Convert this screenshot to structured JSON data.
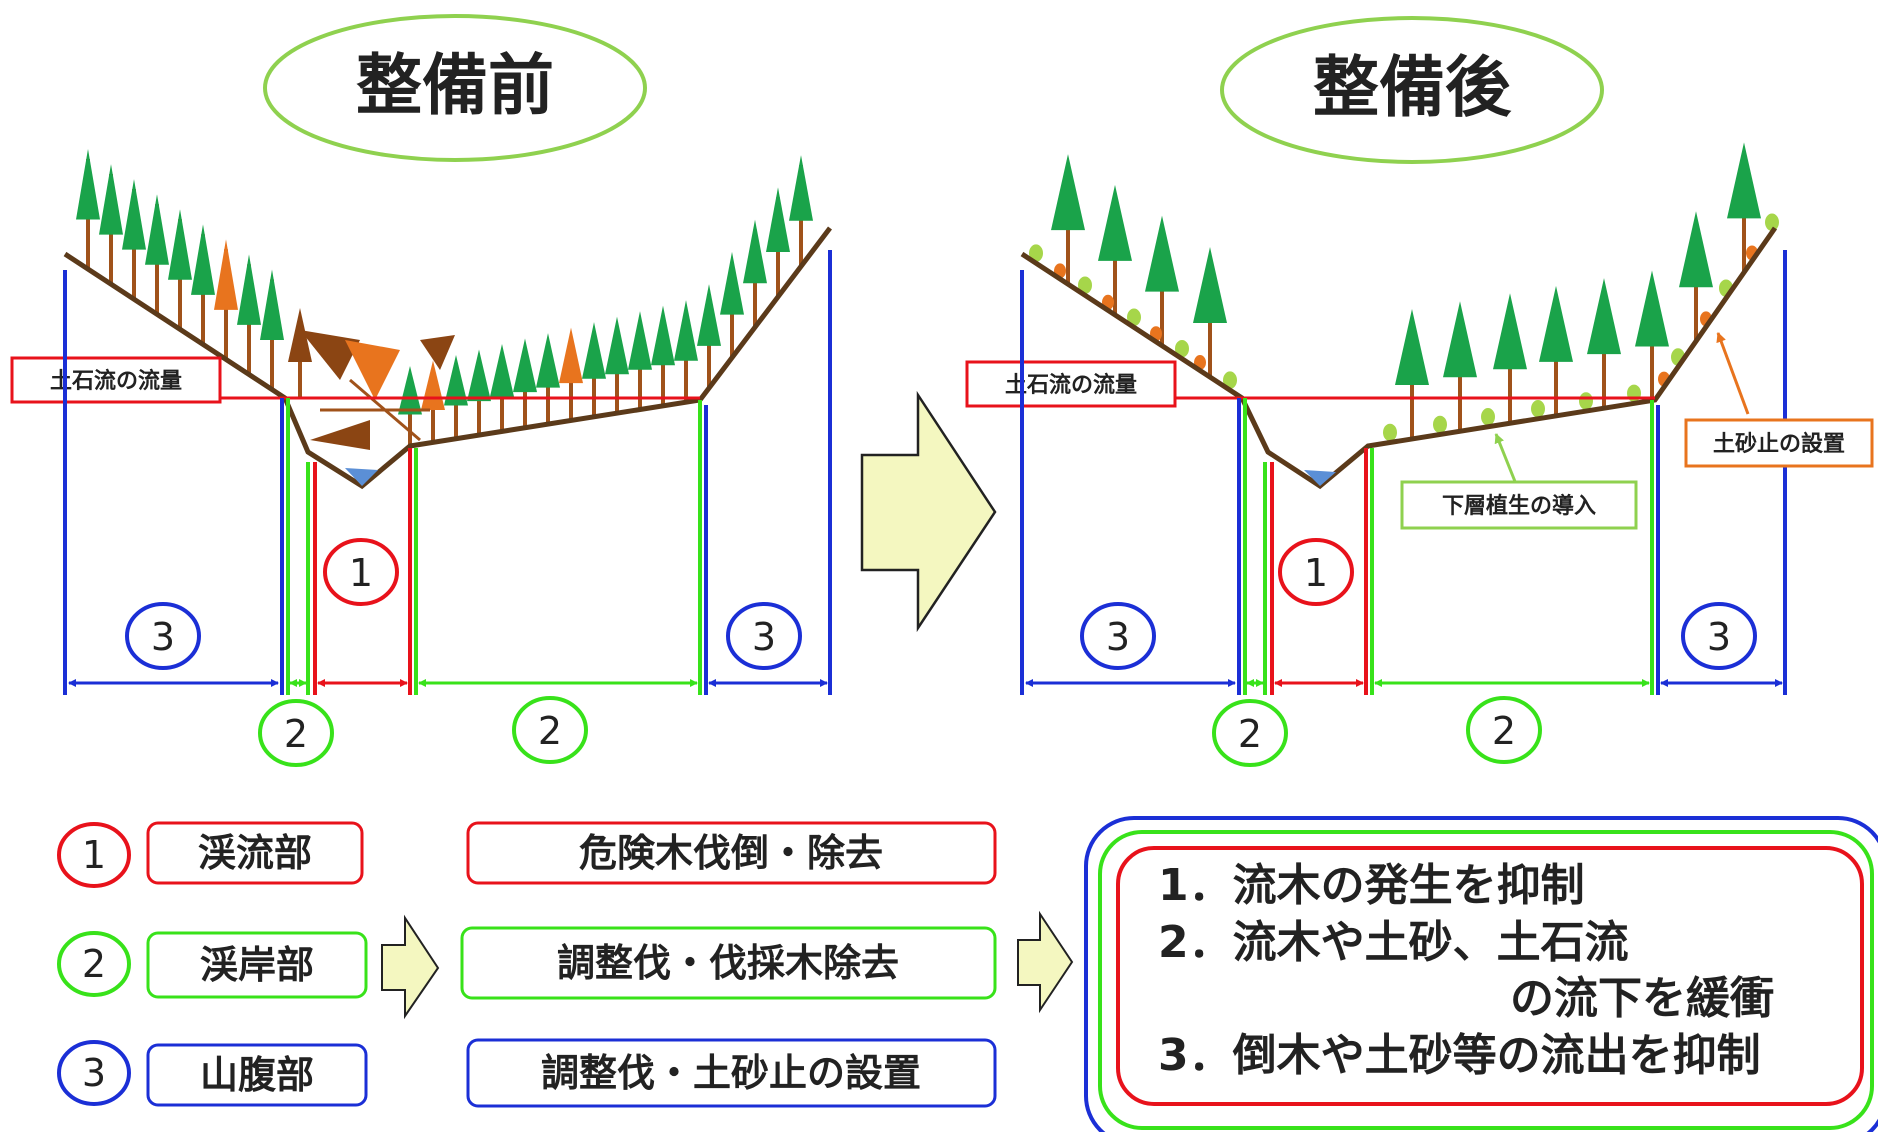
{
  "titles": {
    "before": "整備前",
    "after": "整備後"
  },
  "panels": {
    "before": {
      "flow_label": "土石流の流量"
    },
    "after": {
      "flow_label": "土石流の流量",
      "callout_undergrowth": "下層植生の導入",
      "callout_soil_barrier": "土砂止の設置"
    }
  },
  "zone_markers": {
    "zone1": "1",
    "zone2": "2",
    "zone3": "3"
  },
  "legend": {
    "rows": [
      {
        "number": "1",
        "zone": "渓流部",
        "action": "危険木伐倒・除去",
        "color": "#e8121b"
      },
      {
        "number": "2",
        "zone": "渓岸部",
        "action": "調整伐・伐採木除去",
        "color": "#38e21a"
      },
      {
        "number": "3",
        "zone": "山腹部",
        "action": "調整伐・土砂止の設置",
        "color": "#1b2fd6"
      }
    ]
  },
  "effects": {
    "line1": "1．流木の発生を抑制",
    "line2a": "2．流木や土砂、土石流",
    "line2b": "の流下を緩衝",
    "line3": "3．倒木や土砂等の流出を抑制"
  },
  "colors": {
    "red": "#e8121b",
    "green": "#38e21a",
    "blue": "#1b2fd6",
    "orange": "#e8741e",
    "title_ellipse": "#8fd14f",
    "arrow_fill": "#f4f7c0",
    "tree": "#1aa34a",
    "trunk": "#a0521a",
    "ground": "#5b3a1a",
    "water": "#5b8fd6",
    "shrub": "#a6d64a"
  }
}
